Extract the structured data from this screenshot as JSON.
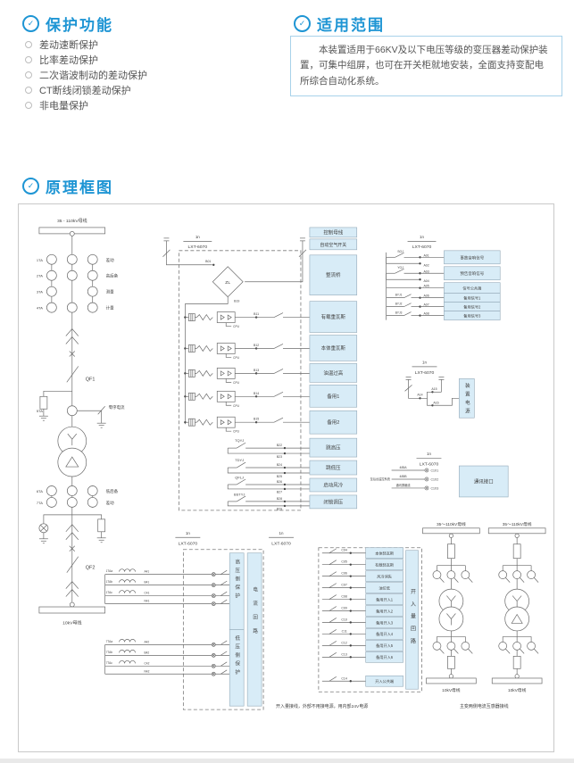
{
  "sections": {
    "protection": {
      "title": "保护功能",
      "items": [
        "差动速断保护",
        "比率差动保护",
        "二次谐波制动的差动保护",
        "CT断线闭锁差动保护",
        "非电量保护"
      ]
    },
    "scope": {
      "title": "适用范围",
      "body": "本装置适用于66KV及以下电压等级的变压器差动保护装置，可集中组屏，也可在开关柜就地安装，全面支持变配电所综合自动化系统。"
    },
    "diagram": {
      "title": "原理框图"
    }
  },
  "colors": {
    "accent": "#1e95d4",
    "panel_fill": "#d8ecf7",
    "panel_stroke": "#93a9b8",
    "line": "#6a6a6a"
  },
  "sld": {
    "bus_top": "35 - 110kV母线",
    "bus_bottom": "10kV母线",
    "qf1": "QF1",
    "qf2": "QF2",
    "ct": [
      {
        "id": "1TA",
        "use": "差动"
      },
      {
        "id": "2TA",
        "use": "高后备"
      },
      {
        "id": "3TA",
        "use": "测量"
      },
      {
        "id": "4TA",
        "use": "计量"
      }
    ],
    "ct5": {
      "id": "5TA",
      "use": "零序电流"
    },
    "ct2": [
      {
        "id": "6TA",
        "use": "低后备"
      },
      {
        "id": "7TA",
        "use": "差动"
      }
    ]
  },
  "main_unit": {
    "tag": "1n",
    "model": "LXT-6070",
    "bridge": "ZL",
    "t_in": "B01",
    "t_out": "B19",
    "inputs": [
      {
        "cpu": "CPU",
        "t": "B11"
      },
      {
        "cpu": "CPU",
        "t": "B12"
      },
      {
        "cpu": "CPU",
        "t": "B13"
      },
      {
        "cpu": "CPU",
        "t": "B14"
      },
      {
        "cpu": "CPU",
        "t": "B15"
      }
    ],
    "outputs": [
      {
        "relay": "TQYJ",
        "t1": "B22",
        "t2": "B23"
      },
      {
        "relay": "TDYJ",
        "t1": "B24",
        "t2": "B25"
      },
      {
        "relay": "QFLJ",
        "t1": "B26",
        "t2": "B27"
      },
      {
        "relay": "BSTYJ",
        "t1": "B28",
        "t2": "B29"
      }
    ],
    "panel": [
      "控制母线",
      "自动空气开关",
      "整流桥",
      "有载重瓦斯",
      "本体重瓦斯",
      "油温过高",
      "备用1",
      "备用2",
      "跳高压",
      "跳低压",
      "启动风冷",
      "闭锁调压"
    ]
  },
  "signal_unit": {
    "tag": "1n",
    "model": "LXT-6070",
    "rows": [
      {
        "relay": "SGJ",
        "t1": "A01",
        "t2": "A02"
      },
      {
        "relay": "YGJ",
        "t1": "A03",
        "t2": "A04"
      },
      {
        "relay": "",
        "t1": "A05",
        "t2": ""
      },
      {
        "relay": "BYJ1",
        "t1": "A06",
        "t2": ""
      },
      {
        "relay": "BYJ2",
        "t1": "A07",
        "t2": ""
      },
      {
        "relay": "BYJ3",
        "t1": "A08",
        "t2": ""
      }
    ],
    "panel": [
      "事故音响信号",
      "预告音响信号",
      "信号公共端",
      "备用信号1",
      "备用信号2",
      "备用信号3"
    ]
  },
  "power_unit": {
    "tag": "1n",
    "model": "LXT-6070",
    "t1": "A14",
    "t2": "A15",
    "t3": "A16",
    "panel": "装置电源"
  },
  "comm_unit": {
    "tag": "1n",
    "model": "LXT-6070",
    "left": "至后台监控系统",
    "rows": [
      {
        "wire": "485A",
        "t": "C1X1"
      },
      {
        "wire": "485B",
        "t": "C1X2"
      },
      {
        "wire": "通讯屏蔽线",
        "t": "C1X3"
      }
    ],
    "panel": "通讯接口"
  },
  "io_unit": {
    "tag": "1n",
    "model": "LXT-6070",
    "hv_rows": [
      {
        "ph": "1TAa",
        "w": "A41"
      },
      {
        "ph": "1TAb",
        "w": "B41"
      },
      {
        "ph": "1TAc",
        "w": "C41"
      },
      {
        "ph": "",
        "w": "N41"
      }
    ],
    "lv_rows": [
      {
        "ph": "7TAa",
        "w": "A42"
      },
      {
        "ph": "7TAb",
        "w": "B42"
      },
      {
        "ph": "7TAc",
        "w": "C42"
      },
      {
        "ph": "",
        "w": "N42"
      }
    ],
    "hv_box": "高压侧保护",
    "lv_box": "低压侧保护",
    "loop_box": "电流回路"
  },
  "di_unit": {
    "tag": "1n",
    "model": "LXT-6070",
    "rows": [
      {
        "t": "C04",
        "label": "本体轻瓦斯"
      },
      {
        "t": "C05",
        "label": "有载轻瓦斯"
      },
      {
        "t": "C06",
        "label": "风冷消失"
      },
      {
        "t": "C07",
        "label": "油位低"
      },
      {
        "t": "C08",
        "label": "备用开入1"
      },
      {
        "t": "C09",
        "label": "备用开入2"
      },
      {
        "t": "C10",
        "label": "备用开入3"
      },
      {
        "t": "C11",
        "label": "备用开入4"
      },
      {
        "t": "C12",
        "label": "备用开入5"
      },
      {
        "t": "C13",
        "label": "备用开入6"
      },
      {
        "t": "C14",
        "label": "开入公共端"
      }
    ],
    "loop_box": "开入量回路"
  },
  "tx": {
    "bus_top": "35～110kV母线",
    "bus_bottom": "10kV母线"
  },
  "captions": {
    "di": "开入量接线，外部不用接电源，用内部24V电源",
    "ct": "主变两侧电流互感器接线"
  }
}
